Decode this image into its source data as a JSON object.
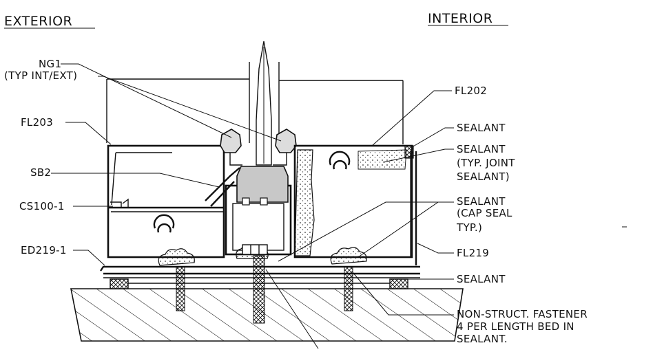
{
  "headers": {
    "exterior": "EXTERIOR",
    "interior": "INTERIOR"
  },
  "labels": {
    "ng1_line1": "NG1",
    "ng1_line2": "(TYP INT/EXT)",
    "fl203": "FL203",
    "sb2": "SB2",
    "cs100": "CS100-1",
    "ed219": "ED219-1",
    "fl202": "FL202",
    "sealant_top": "SEALANT",
    "sealant_joint_1": "SEALANT",
    "sealant_joint_2": "(TYP. JOINT",
    "sealant_joint_3": "SEALANT)",
    "sealant_cap_1": "SEALANT",
    "sealant_cap_2": "(CAP SEAL",
    "sealant_cap_3": "TYP.)",
    "fl219": "FL219",
    "sealant_bottom": "SEALANT",
    "fastener_1": "NON-STRUCT. FASTENER",
    "fastener_2": "4 PER LENGTH BED IN",
    "fastener_3": "SEALANT."
  }
}
